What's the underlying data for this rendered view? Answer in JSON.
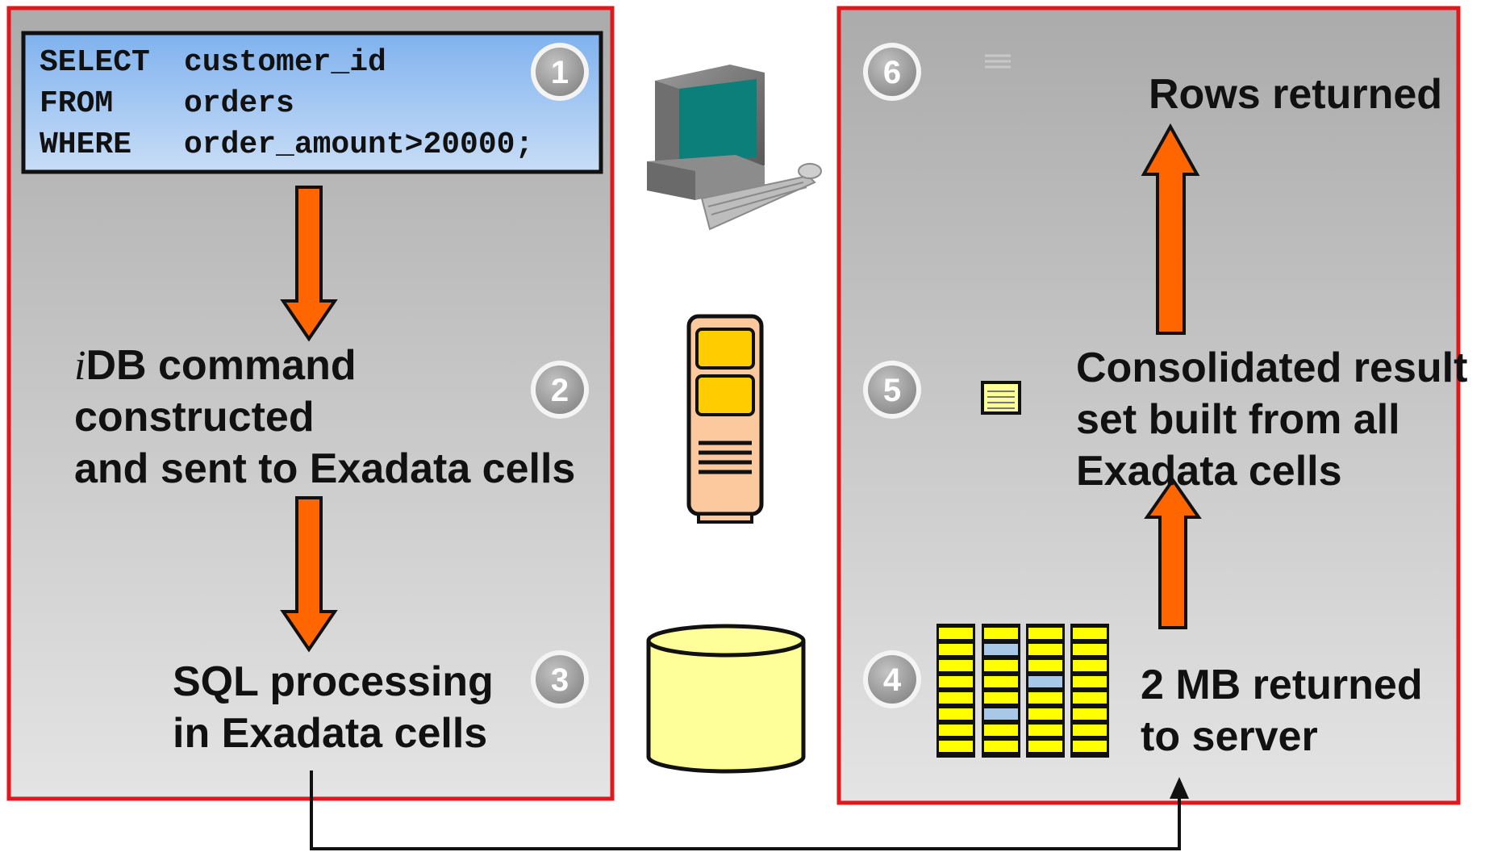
{
  "sql_box": {
    "line1_keyword": "SELECT",
    "line1_value": "customer_id",
    "line2_keyword": "FROM",
    "line2_value": "orders",
    "line3_keyword": "WHERE",
    "line3_value": "order_amount>20000;"
  },
  "steps": {
    "s1": "1",
    "s2": "2",
    "s3": "3",
    "s4": "4",
    "s5": "5",
    "s6": "6"
  },
  "left_panel": {
    "idb_italic": "i",
    "idb_line1_rest": "DB command",
    "idb_line2": "constructed",
    "idb_line3": "and sent to Exadata cells",
    "sql_line1": "SQL processing",
    "sql_line2": "in Exadata cells"
  },
  "right_panel": {
    "rows_returned": "Rows returned",
    "consolidated_line1": "Consolidated result",
    "consolidated_line2": "set built from all",
    "consolidated_line3": "Exadata cells",
    "mb_line1": "2 MB returned",
    "mb_line2": "to server"
  },
  "icons": {
    "computer": "desktop-computer-icon",
    "server": "database-server-icon",
    "storage": "storage-cylinder-icon",
    "cells": "exadata-cells-icon",
    "result": "result-set-icon",
    "rows": "rows-icon"
  },
  "colors": {
    "panel_border": "#e0171c",
    "arrow_fill": "#ff6600",
    "sql_box_fill": "#9cc3f0",
    "server_fill": "#fbc99d",
    "server_slot": "#ffcc00",
    "cylinder_fill": "#ffff99",
    "cell_fill": "#ffff00",
    "cell_highlight": "#a8c8e8",
    "badge": "#999999"
  }
}
